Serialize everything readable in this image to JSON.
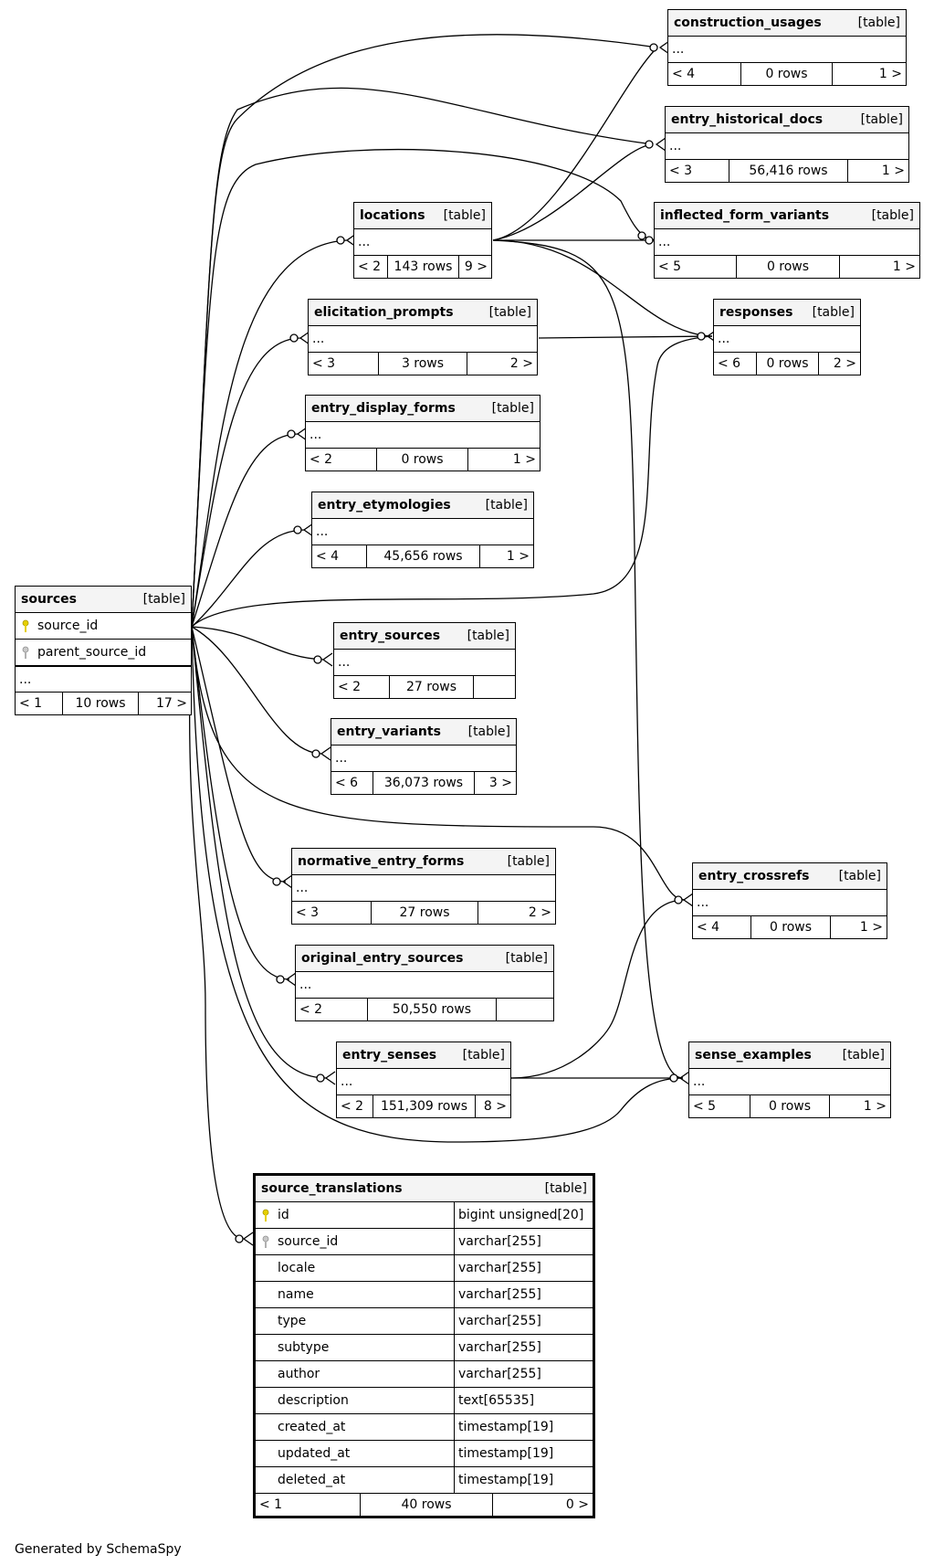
{
  "tables": {
    "construction_usages": {
      "name": "construction_usages",
      "kind": "[table]",
      "body": "...",
      "left": "< 4",
      "rows": "0 rows",
      "right": "1 >"
    },
    "entry_historical_docs": {
      "name": "entry_historical_docs",
      "kind": "[table]",
      "body": "...",
      "left": "< 3",
      "rows": "56,416 rows",
      "right": "1 >"
    },
    "inflected_form_variants": {
      "name": "inflected_form_variants",
      "kind": "[table]",
      "body": "...",
      "left": "< 5",
      "rows": "0 rows",
      "right": "1 >"
    },
    "locations": {
      "name": "locations",
      "kind": "[table]",
      "body": "...",
      "left": "< 2",
      "rows": "143 rows",
      "right": "9 >"
    },
    "elicitation_prompts": {
      "name": "elicitation_prompts",
      "kind": "[table]",
      "body": "...",
      "left": "< 3",
      "rows": "3 rows",
      "right": "2 >"
    },
    "responses": {
      "name": "responses",
      "kind": "[table]",
      "body": "...",
      "left": "< 6",
      "rows": "0 rows",
      "right": "2 >"
    },
    "entry_display_forms": {
      "name": "entry_display_forms",
      "kind": "[table]",
      "body": "...",
      "left": "< 2",
      "rows": "0 rows",
      "right": "1 >"
    },
    "entry_etymologies": {
      "name": "entry_etymologies",
      "kind": "[table]",
      "body": "...",
      "left": "< 4",
      "rows": "45,656 rows",
      "right": "1 >"
    },
    "sources": {
      "name": "sources",
      "kind": "[table]",
      "col1": "source_id",
      "col2": "parent_source_id",
      "body": "...",
      "left": "< 1",
      "rows": "10 rows",
      "right": "17 >"
    },
    "entry_sources": {
      "name": "entry_sources",
      "kind": "[table]",
      "body": "...",
      "left": "< 2",
      "rows": "27 rows",
      "right": ""
    },
    "entry_variants": {
      "name": "entry_variants",
      "kind": "[table]",
      "body": "...",
      "left": "< 6",
      "rows": "36,073 rows",
      "right": "3 >"
    },
    "normative_entry_forms": {
      "name": "normative_entry_forms",
      "kind": "[table]",
      "body": "...",
      "left": "< 3",
      "rows": "27 rows",
      "right": "2 >"
    },
    "entry_crossrefs": {
      "name": "entry_crossrefs",
      "kind": "[table]",
      "body": "...",
      "left": "< 4",
      "rows": "0 rows",
      "right": "1 >"
    },
    "original_entry_sources": {
      "name": "original_entry_sources",
      "kind": "[table]",
      "body": "...",
      "left": "< 2",
      "rows": "50,550 rows",
      "right": ""
    },
    "entry_senses": {
      "name": "entry_senses",
      "kind": "[table]",
      "body": "...",
      "left": "< 2",
      "rows": "151,309 rows",
      "right": "8 >"
    },
    "sense_examples": {
      "name": "sense_examples",
      "kind": "[table]",
      "body": "...",
      "left": "< 5",
      "rows": "0 rows",
      "right": "1 >"
    }
  },
  "source_translations": {
    "name": "source_translations",
    "kind": "[table]",
    "columns": [
      {
        "name": "id",
        "type": "bigint unsigned[20]",
        "key": "primary"
      },
      {
        "name": "source_id",
        "type": "varchar[255]",
        "key": "foreign"
      },
      {
        "name": "locale",
        "type": "varchar[255]",
        "key": ""
      },
      {
        "name": "name",
        "type": "varchar[255]",
        "key": ""
      },
      {
        "name": "type",
        "type": "varchar[255]",
        "key": ""
      },
      {
        "name": "subtype",
        "type": "varchar[255]",
        "key": ""
      },
      {
        "name": "author",
        "type": "varchar[255]",
        "key": ""
      },
      {
        "name": "description",
        "type": "text[65535]",
        "key": ""
      },
      {
        "name": "created_at",
        "type": "timestamp[19]",
        "key": ""
      },
      {
        "name": "updated_at",
        "type": "timestamp[19]",
        "key": ""
      },
      {
        "name": "deleted_at",
        "type": "timestamp[19]",
        "key": ""
      }
    ],
    "left": "< 1",
    "rows": "40 rows",
    "right": "0 >"
  },
  "footer": "Generated by SchemaSpy",
  "colors": {
    "primary_key": "#e6d000",
    "foreign_key": "#b0b0b0",
    "header_bg": "#f4f4f4"
  }
}
